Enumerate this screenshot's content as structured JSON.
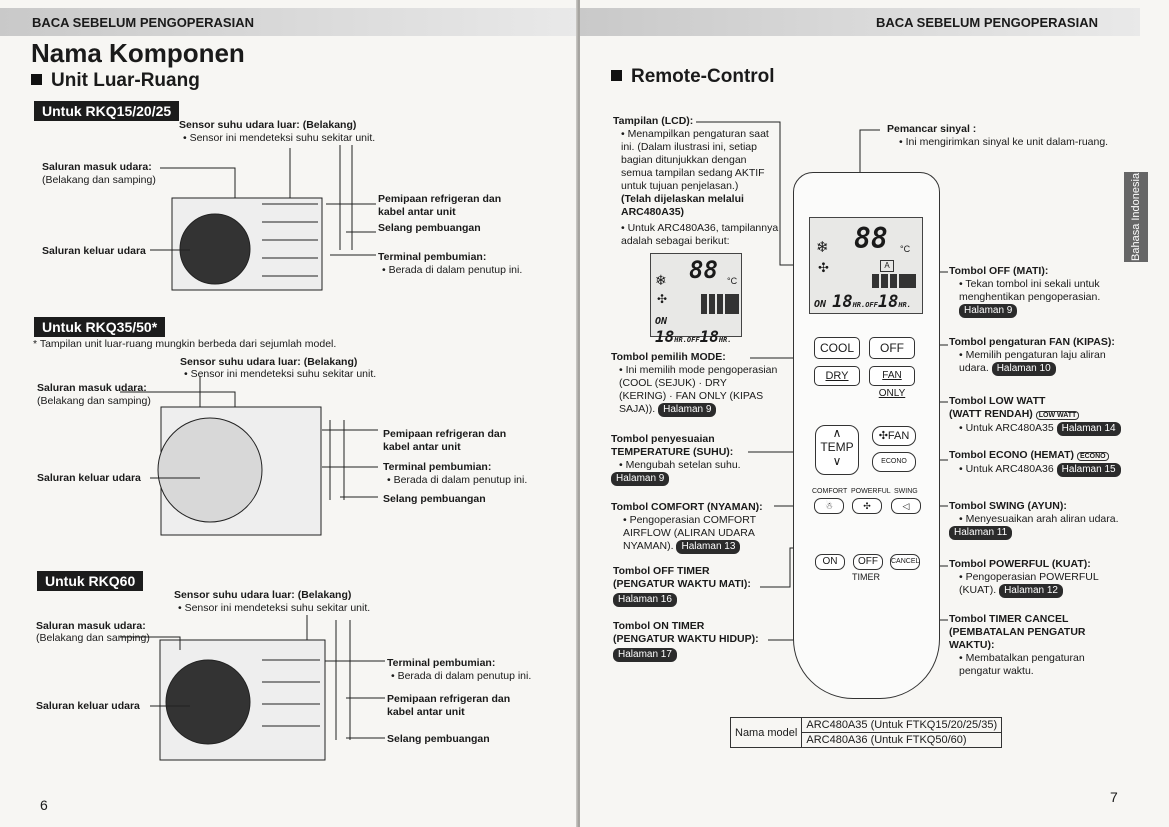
{
  "left": {
    "header": "BACA SEBELUM PENGOPERASIAN",
    "title": "Nama Komponen",
    "subtitle": "Unit Luar-Ruang",
    "page_number": "6",
    "sec1": {
      "badge": "Untuk RKQ15/20/25",
      "sensor_title": "Sensor suhu udara luar: (Belakang)",
      "sensor_desc": "• Sensor ini mendeteksi suhu sekitar unit.",
      "inlet_title": "Saluran masuk udara:",
      "inlet_desc": "(Belakang dan samping)",
      "outlet": "Saluran keluar udara",
      "piping": "Pemipaan refrigeran dan",
      "piping2": "kabel antar unit",
      "hose": "Selang pembuangan",
      "terminal_title": "Terminal pembumian:",
      "terminal_desc": "• Berada di dalam penutup ini."
    },
    "sec2": {
      "badge": "Untuk RKQ35/50*",
      "note": "* Tampilan unit luar-ruang mungkin berbeda dari sejumlah model.",
      "sensor_title": "Sensor suhu udara luar: (Belakang)",
      "sensor_desc": "• Sensor ini mendeteksi suhu sekitar unit.",
      "inlet_title": "Saluran masuk udara:",
      "inlet_desc": "(Belakang dan samping)",
      "outlet": "Saluran keluar udara",
      "piping": "Pemipaan refrigeran dan",
      "piping2": "kabel antar unit",
      "terminal_title": "Terminal pembumian:",
      "terminal_desc": "• Berada di dalam penutup ini.",
      "hose": "Selang pembuangan"
    },
    "sec3": {
      "badge": "Untuk RKQ60",
      "sensor_title": "Sensor suhu udara luar: (Belakang)",
      "sensor_desc": "• Sensor ini mendeteksi suhu sekitar unit.",
      "inlet_title": "Saluran masuk udara:",
      "inlet_desc": "(Belakang dan samping)",
      "outlet": "Saluran keluar udara",
      "terminal_title": "Terminal pembumian:",
      "terminal_desc": "• Berada di dalam penutup ini.",
      "piping": "Pemipaan refrigeran dan",
      "piping2": "kabel antar unit",
      "hose": "Selang pembuangan"
    }
  },
  "right": {
    "header": "BACA SEBELUM PENGOPERASIAN",
    "title": "Remote-Control",
    "page_number": "7",
    "side_tab": "Bahasa Indonesia",
    "lcd": {
      "title": "Tampilan (LCD):",
      "d1": "• Menampilkan pengaturan saat",
      "d2": "ini. (Dalam ilustrasi ini, setiap",
      "d3": "bagian ditunjukkan dengan",
      "d4": "semua tampilan sedang AKTIF",
      "d5": "untuk tujuan penjelasan.)",
      "d6": "(Telah dijelaskan melalui",
      "d7": "ARC480A35)",
      "d8": "• Untuk ARC480A36, tampilannya",
      "d9": "adalah sebagai berikut:"
    },
    "transmitter": {
      "title": "Pemancar sinyal :",
      "desc": "• Ini mengirimkan sinyal ke unit dalam-ruang."
    },
    "mode": {
      "title": "Tombol pemilih MODE:",
      "d1": "• Ini memilih mode pengoperasian",
      "d2": "(COOL (SEJUK) · DRY",
      "d3": "(KERING) · FAN ONLY (KIPAS",
      "d4": "SAJA)).",
      "page": "Halaman 9"
    },
    "temp": {
      "title": "Tombol penyesuaian",
      "title2": "TEMPERATURE (SUHU):",
      "desc": "• Mengubah setelan suhu.",
      "page": "Halaman 9"
    },
    "comfort": {
      "title": "Tombol COMFORT (NYAMAN):",
      "d1": "• Pengoperasian COMFORT",
      "d2": "AIRFLOW (ALIRAN UDARA",
      "d3": "NYAMAN).",
      "page": "Halaman 13"
    },
    "off_timer": {
      "title": "Tombol OFF TIMER",
      "title2": "(PENGATUR WAKTU MATI):",
      "page": "Halaman 16"
    },
    "on_timer": {
      "title": "Tombol ON TIMER",
      "title2": "(PENGATUR WAKTU HIDUP):",
      "page": "Halaman 17"
    },
    "off": {
      "title": "Tombol OFF (MATI):",
      "d1": "• Tekan tombol ini sekali untuk",
      "d2": "menghentikan pengoperasian.",
      "page": "Halaman 9"
    },
    "fan": {
      "title": "Tombol pengaturan FAN (KIPAS):",
      "d1": "• Memilih pengaturan laju aliran",
      "d2": "udara.",
      "page": "Halaman 10"
    },
    "low_watt": {
      "title": "Tombol LOW WATT",
      "title2": "(WATT RENDAH)",
      "desc": "• Untuk ARC480A35",
      "page": "Halaman 14"
    },
    "econo": {
      "title": "Tombol ECONO (HEMAT)",
      "desc": "• Untuk ARC480A36",
      "page": "Halaman 15"
    },
    "swing": {
      "title": "Tombol SWING (AYUN):",
      "desc": "• Menyesuaikan arah aliran udara.",
      "page": "Halaman 11"
    },
    "powerful": {
      "title": "Tombol POWERFUL (KUAT):",
      "d1": "• Pengoperasian POWERFUL",
      "d2": "(KUAT).",
      "page": "Halaman 12"
    },
    "timer_cancel": {
      "title": "Tombol TIMER CANCEL",
      "title2": "(PEMBATALAN PENGATUR",
      "title3": "WAKTU):",
      "d1": "• Membatalkan pengaturan",
      "d2": "pengatur waktu."
    },
    "remote_buttons": {
      "cool": "COOL",
      "off": "OFF",
      "dry": "DRY",
      "fan_only": "FAN ONLY",
      "temp": "TEMP",
      "fan": "FAN",
      "comfort": "COMFORT",
      "powerful": "POWERFUL",
      "swing": "SWING",
      "on": "ON",
      "off2": "OFF",
      "cancel": "CANCEL",
      "timer": "TIMER",
      "low_watt": "LOW WATT",
      "econo": "ECONO"
    },
    "lcd_glyphs": {
      "temp": "88",
      "unit": "°C",
      "hr1": "18",
      "hr2": "18",
      "on": "ON",
      "hr_off": "HR.OFF",
      "hr": "HR.",
      "auto": "A"
    },
    "model_table": {
      "label": "Nama model",
      "row1": "ARC480A35 (Untuk FTKQ15/20/25/35)",
      "row2": "ARC480A36 (Untuk FTKQ50/60)"
    }
  }
}
